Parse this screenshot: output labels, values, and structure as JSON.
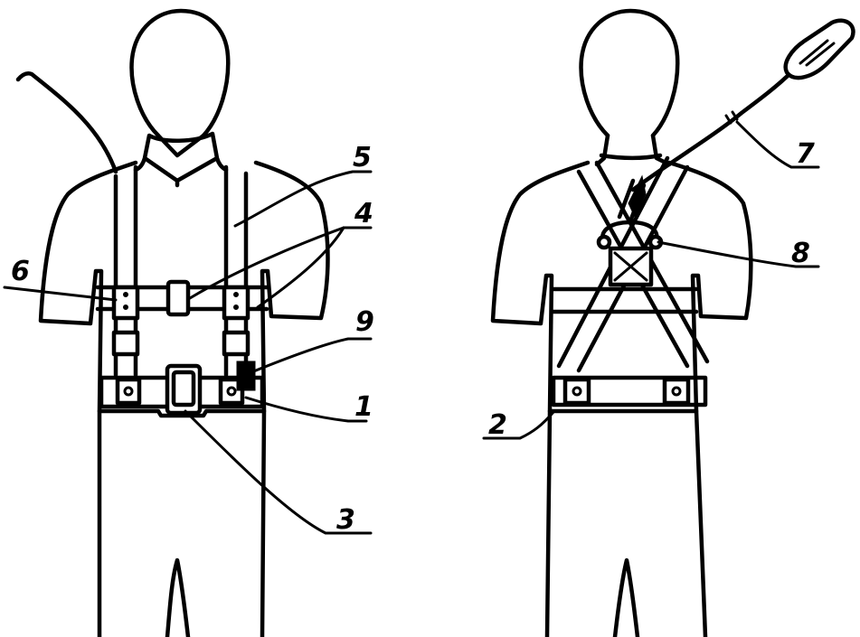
{
  "figure": {
    "views": [
      "front",
      "back"
    ],
    "callouts": [
      {
        "id": "c1",
        "label": "1"
      },
      {
        "id": "c2",
        "label": "2"
      },
      {
        "id": "c3",
        "label": "3"
      },
      {
        "id": "c4",
        "label": "4"
      },
      {
        "id": "c5",
        "label": "5"
      },
      {
        "id": "c6",
        "label": "6"
      },
      {
        "id": "c7",
        "label": "7"
      },
      {
        "id": "c8",
        "label": "8"
      },
      {
        "id": "c9",
        "label": "9"
      }
    ]
  },
  "colors": {
    "ink": "#000000",
    "background": "#ffffff"
  }
}
